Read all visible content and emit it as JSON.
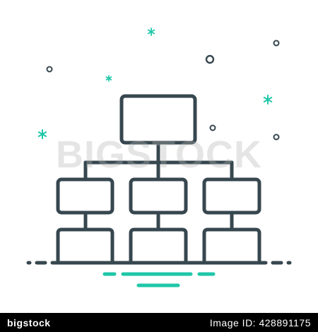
{
  "watermark": {
    "text": "BIGSTOCK"
  },
  "footer": {
    "brand": "bigstock",
    "image_id": "Image ID: 428891175"
  },
  "icon": {
    "name": "hierarchy-chart-icon",
    "stroke_color": "#37474f",
    "accent_color": "#1ec7a8"
  }
}
